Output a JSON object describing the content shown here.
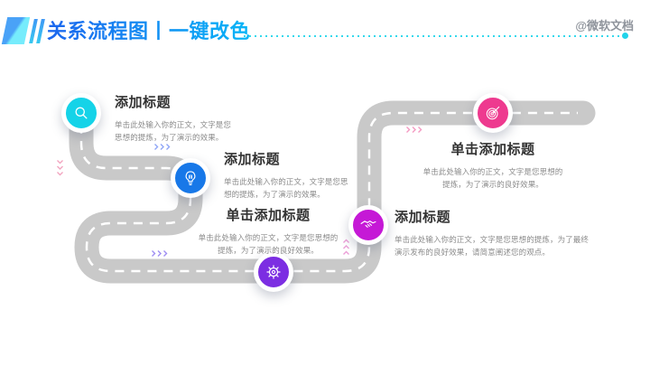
{
  "header": {
    "title": "关系流程图丨一键改色",
    "watermark": "@微软文档"
  },
  "colors": {
    "accent_blue": "#1c66ee",
    "accent_cyan": "#0ab5f7",
    "dotted_line": "#22d3ea",
    "road": "#c9c9c9",
    "road_dash": "#ffffff",
    "title_text": "#333333",
    "body_text": "#8b8b8b",
    "watermark_text": "#8f949c"
  },
  "steps": [
    {
      "icon": "search-icon",
      "color": "#15d3e8",
      "title": "添加标题",
      "body1": "单击此处输入你的正文，文字是您",
      "body2": "思想的提炼，为了演示的效果。"
    },
    {
      "icon": "lightbulb-icon",
      "color": "#1878e8",
      "title": "添加标题",
      "body1": "单击此处输入你的正文，文字是您思",
      "body2": "想的提炼，为了演示的效果。"
    },
    {
      "icon": "gear-icon",
      "color": "#7c2ee2",
      "title": "单击添加标题",
      "body1": "单击此处输入你的正文，文字是您思想的",
      "body2": "提炼，为了演示的良好效果。"
    },
    {
      "icon": "handshake-icon",
      "color": "#c519d6",
      "title": "添加标题",
      "body1": "单击此处输入你的正文，文字是您思想的提炼，为了最终",
      "body2": "演示发布的良好效果，请简意阐述您的观点。"
    },
    {
      "icon": "target-icon",
      "color": "#ee3a8f",
      "title": "单击添加标题",
      "body1": "单击此处输入你的正文，文字是您思想的",
      "body2": "提炼，为了演示的良好效果。"
    }
  ]
}
